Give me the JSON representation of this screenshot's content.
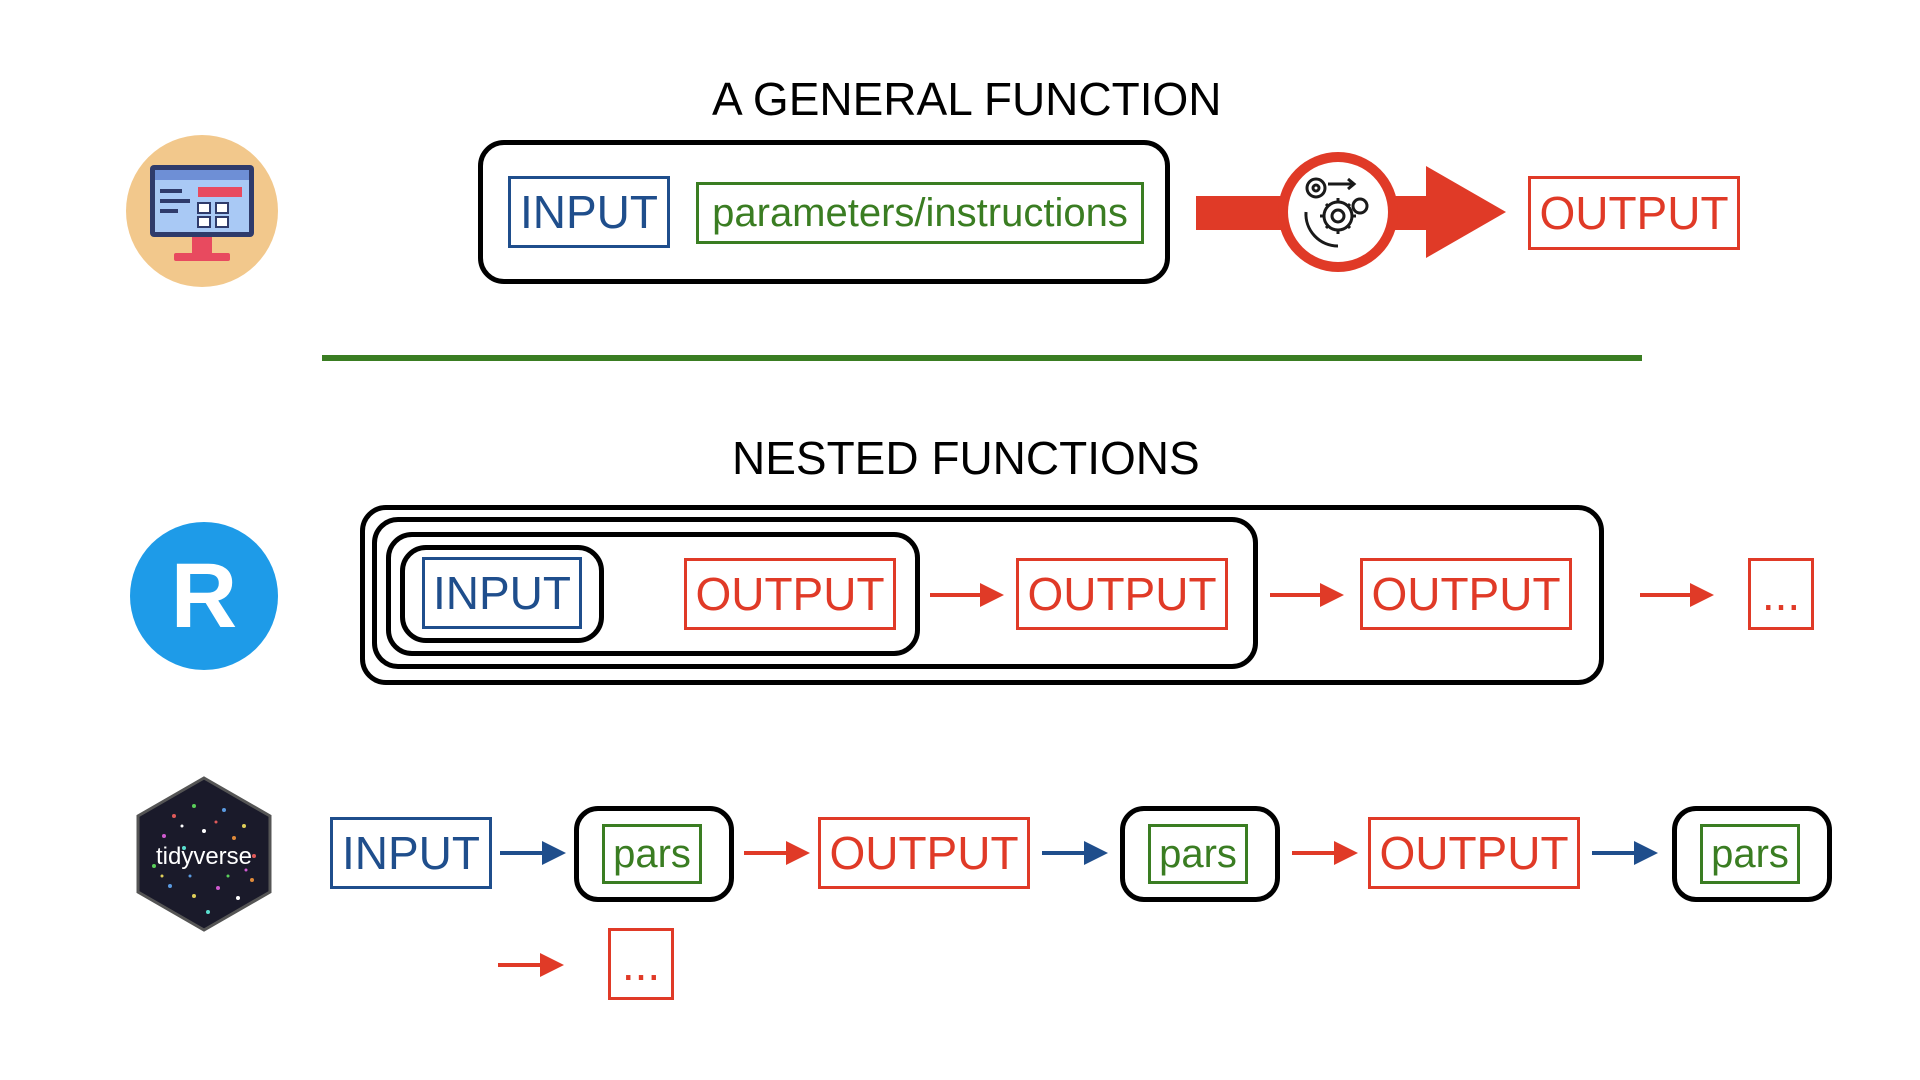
{
  "general": {
    "title": "A GENERAL FUNCTION",
    "input": "INPUT",
    "params": "parameters/instructions",
    "output": "OUTPUT"
  },
  "nested": {
    "title": "NESTED FUNCTIONS",
    "r_logo": "R",
    "input": "INPUT",
    "outputs": [
      "OUTPUT",
      "OUTPUT",
      "OUTPUT"
    ],
    "ellipsis": "..."
  },
  "pipe": {
    "logo_text": "tidyverse",
    "input": "INPUT",
    "pars": [
      "pars",
      "pars",
      "pars"
    ],
    "outputs": [
      "OUTPUT",
      "OUTPUT"
    ],
    "ellipsis": "..."
  },
  "colors": {
    "blue": "#1f4e8c",
    "red": "#e03a27",
    "green": "#3a7d22",
    "black": "#000000",
    "r_blue": "#1e9be8",
    "monitor_bg": "#f2c88c"
  }
}
